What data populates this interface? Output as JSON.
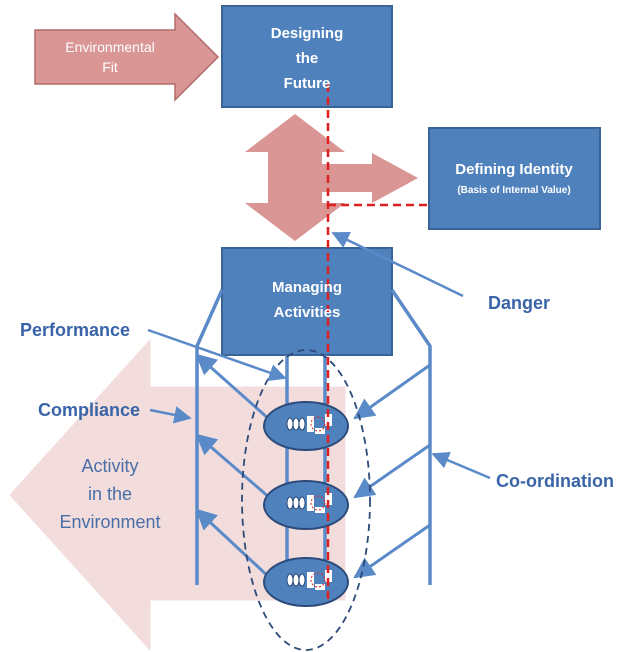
{
  "boxes": {
    "designing": {
      "line1": "Designing",
      "line2": "the",
      "line3": "Future"
    },
    "managing": {
      "line1": "Managing",
      "line2": "Activities"
    },
    "identity": {
      "line1": "Defining Identity",
      "line2": "(Basis of Internal Value)"
    }
  },
  "arrows": {
    "environmental_fit": {
      "line1": "Environmental",
      "line2": "Fit"
    },
    "activity_env": {
      "line1": "Activity",
      "line2": "in the",
      "line3": "Environment"
    }
  },
  "labels": {
    "performance": "Performance",
    "compliance": "Compliance",
    "danger": "Danger",
    "coordination": "Co-ordination"
  },
  "colors": {
    "box_fill": "#4f81bd",
    "box_stroke": "#3a6496",
    "pink_arrow": "#d99694",
    "pale_pink": "#f2dcdb",
    "line_blue": "#5b8ac9",
    "red_dash": "#e02020",
    "label_blue": "#3a64a8"
  }
}
